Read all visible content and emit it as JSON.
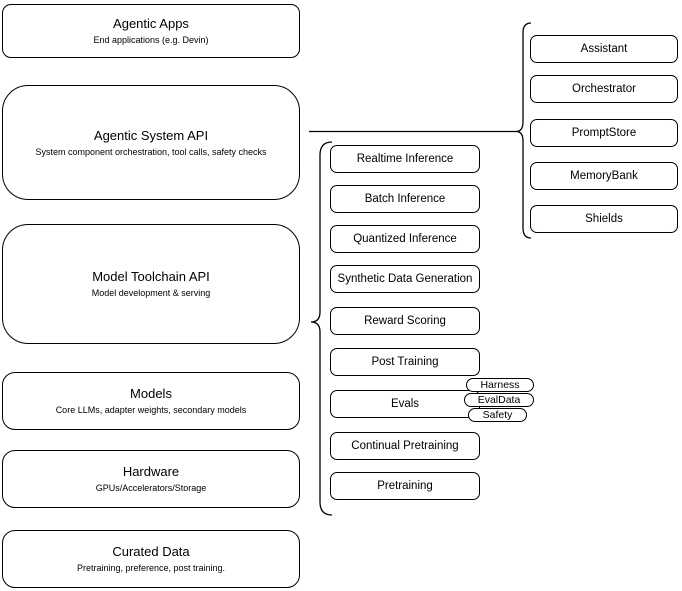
{
  "diagram": {
    "left_stack": [
      {
        "title": "Agentic Apps",
        "subtitle": "End applications (e.g. Devin)"
      },
      {
        "title": "Agentic System API",
        "subtitle": "System component orchestration, tool calls, safety checks"
      },
      {
        "title": "Model Toolchain API",
        "subtitle": "Model development & serving"
      },
      {
        "title": "Models",
        "subtitle": "Core LLMs, adapter weights, secondary models"
      },
      {
        "title": "Hardware",
        "subtitle": "GPUs/Accelerators/Storage"
      },
      {
        "title": "Curated Data",
        "subtitle": "Pretraining, preference, post training."
      }
    ],
    "toolchain_services": [
      "Realtime Inference",
      "Batch Inference",
      "Quantized Inference",
      "Synthetic Data Generation",
      "Reward Scoring",
      "Post Training",
      "Evals",
      "Continual Pretraining",
      "Pretraining"
    ],
    "eval_tags": [
      "Harness",
      "EvalData",
      "Safety"
    ],
    "system_components": [
      "Assistant",
      "Orchestrator",
      "PromptStore",
      "MemoryBank",
      "Shields"
    ],
    "colors": {
      "stroke": "#000000",
      "text": "#000000",
      "background": "#ffffff",
      "box_fill": "#ffffff"
    }
  }
}
